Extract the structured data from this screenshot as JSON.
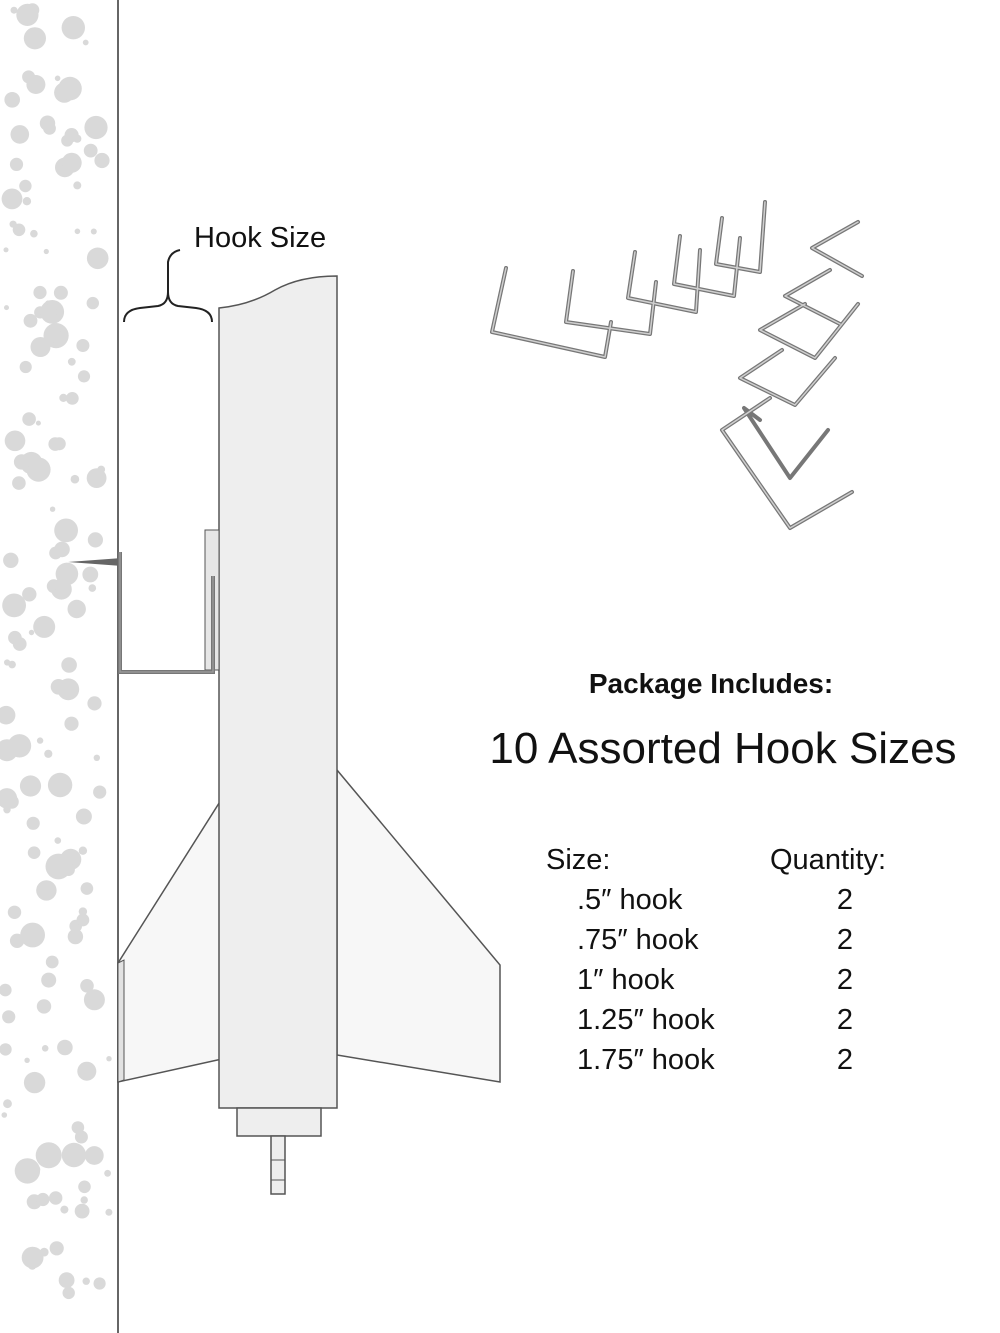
{
  "diagram": {
    "hook_label": "Hook Size"
  },
  "package": {
    "title": "Package Includes:",
    "headline": "10 Assorted Hook Sizes",
    "size_header": "Size:",
    "quantity_header": "Quantity:",
    "rows": [
      {
        "size": ".5″ hook",
        "qty": "2"
      },
      {
        "size": ".75″ hook",
        "qty": "2"
      },
      {
        "size": "1″ hook",
        "qty": "2"
      },
      {
        "size": "1.25″ hook",
        "qty": "2"
      },
      {
        "size": "1.75″ hook",
        "qty": "2"
      }
    ]
  },
  "colors": {
    "wall_dots": "#d9d9d9",
    "outline": "#555555",
    "rocket_fill": "#eeeeee",
    "fin_fill": "#f7f7f7",
    "hook_metal": "#8a8a8a"
  }
}
